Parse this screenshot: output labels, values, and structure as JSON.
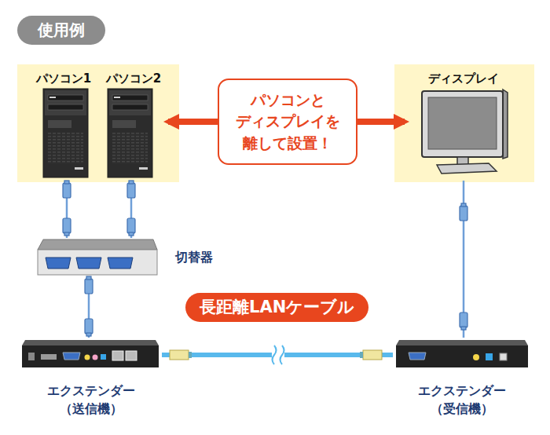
{
  "diagram": {
    "title": "使用例",
    "nodes": [
      {
        "text": [
          "パソコン1"
        ]
      },
      {
        "text": [
          "パソコン2"
        ]
      },
      {
        "text": [
          "パソコンと ディスプレイを 離して設置！"
        ]
      },
      {
        "text": [
          "ディスプレイ"
        ]
      },
      {
        "text": [
          "切替器"
        ]
      },
      {
        "text": [
          "エクステンダー （送信機）"
        ]
      },
      {
        "text": [
          "エクステンダー （受信機）"
        ]
      }
    ],
    "edges": [
      {
        "from": 0,
        "to": 4,
        "arrow": "none"
      },
      {
        "from": 1,
        "to": 4,
        "arrow": "none"
      },
      {
        "from": 4,
        "to": 5,
        "arrow": "none"
      },
      {
        "from": 5,
        "to": 6,
        "arrow": "none",
        "label": "長距離LANケーブル"
      },
      {
        "from": 6,
        "to": 3,
        "arrow": "none"
      },
      {
        "from": 2,
        "to": 1,
        "arrow": "to"
      },
      {
        "from": 2,
        "to": 3,
        "arrow": "to"
      }
    ]
  }
}
